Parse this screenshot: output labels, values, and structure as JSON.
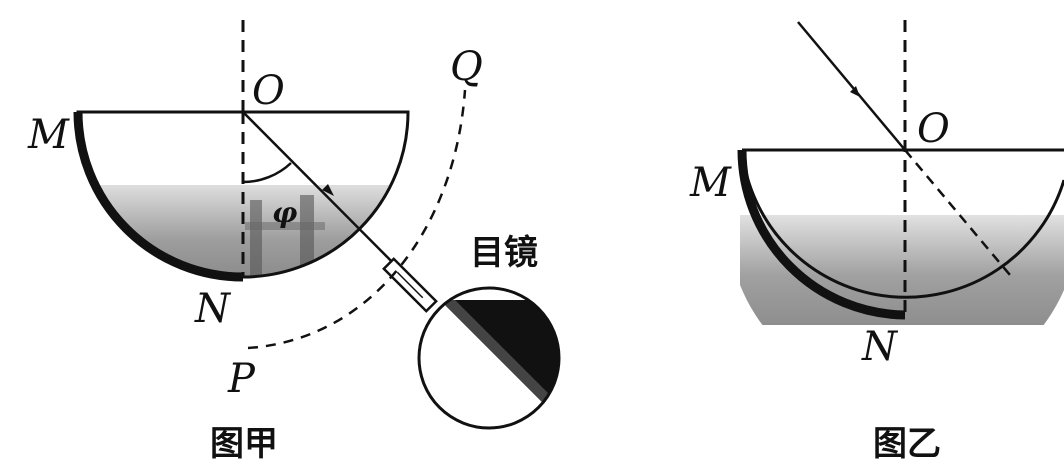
{
  "figure_left": {
    "caption": "图甲",
    "labels": {
      "M": "M",
      "N": "N",
      "O": "O",
      "P": "P",
      "Q": "Q",
      "phi": "φ",
      "eyepiece": "目镜"
    }
  },
  "figure_right": {
    "caption": "图乙",
    "labels": {
      "M": "M",
      "N": "N",
      "O": "O"
    }
  },
  "colors": {
    "ink": "#111111",
    "glass_shade": "#8a8a8a",
    "background": "#ffffff"
  }
}
